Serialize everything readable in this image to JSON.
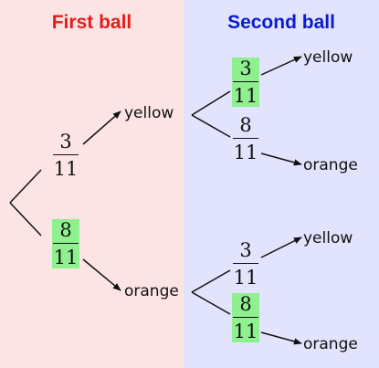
{
  "headers": {
    "first": "First ball",
    "second": "Second ball"
  },
  "colors": {
    "first_panel_bg": "#fce4e4",
    "second_panel_bg": "#e2e3fc",
    "first_header": "#e81b1b",
    "second_header": "#0a1bd0",
    "highlight": "#8ff08f"
  },
  "first_ball": {
    "yellow": {
      "label": "yellow",
      "prob_num": "3",
      "prob_den": "11",
      "highlighted": false
    },
    "orange": {
      "label": "orange",
      "prob_num": "8",
      "prob_den": "11",
      "highlighted": true
    }
  },
  "second_ball_after_yellow": {
    "yellow": {
      "label": "yellow",
      "prob_num": "3",
      "prob_den": "11",
      "highlighted": true
    },
    "orange": {
      "label": "orange",
      "prob_num": "8",
      "prob_den": "11",
      "highlighted": false
    }
  },
  "second_ball_after_orange": {
    "yellow": {
      "label": "yellow",
      "prob_num": "3",
      "prob_den": "11",
      "highlighted": false
    },
    "orange": {
      "label": "orange",
      "prob_num": "8",
      "prob_den": "11",
      "highlighted": true
    }
  }
}
